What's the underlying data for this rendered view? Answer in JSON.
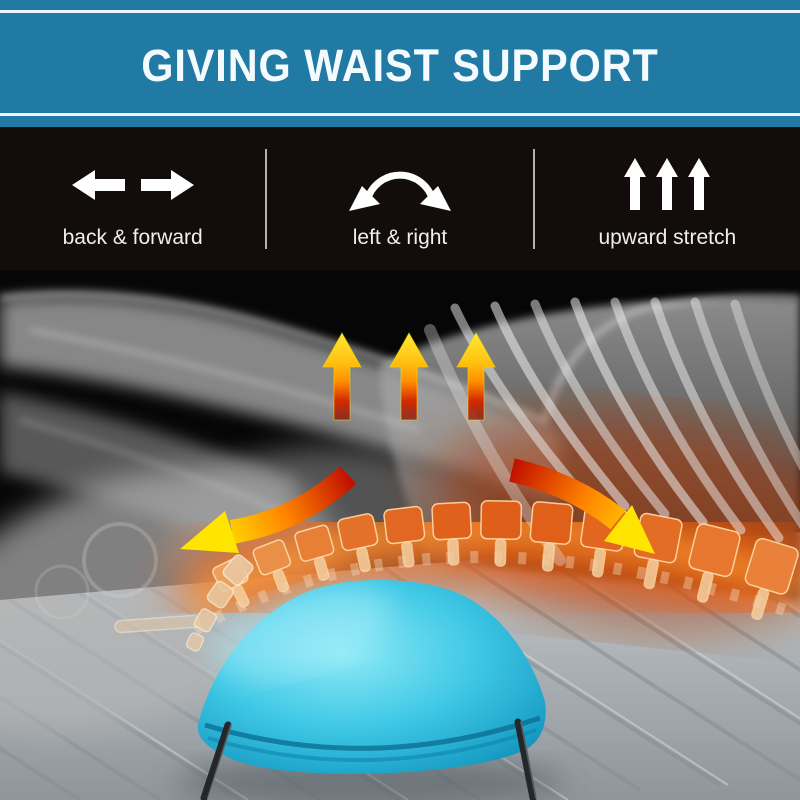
{
  "banner": {
    "title": "GIVING WAIST SUPPORT",
    "background_color": "#217aa4",
    "accent_line_color": "#eaf5f9"
  },
  "features": [
    {
      "label": "back & forward",
      "icon": "back-forward-arrows-icon"
    },
    {
      "label": "left & right",
      "icon": "left-right-arc-arrow-icon"
    },
    {
      "label": "upward stretch",
      "icon": "upward-stretch-arrows-icon"
    }
  ],
  "scene": {
    "description": "X-ray style view of a person lying on their back with the lumbar spine arched over a blue waist-support device resting on a gray mattress",
    "upward_pressure_arrow_count": 3,
    "arrow_gradient_top_color": "#ffe92e",
    "arrow_gradient_bottom_color": "#8c1204",
    "flex_arrow_yellow": "#ffe400",
    "flex_arrow_red": "#c21000",
    "device_color": "#34c4e2",
    "spine_highlight_color": "#e0611c",
    "mattress_color": "#b9bfc3"
  }
}
